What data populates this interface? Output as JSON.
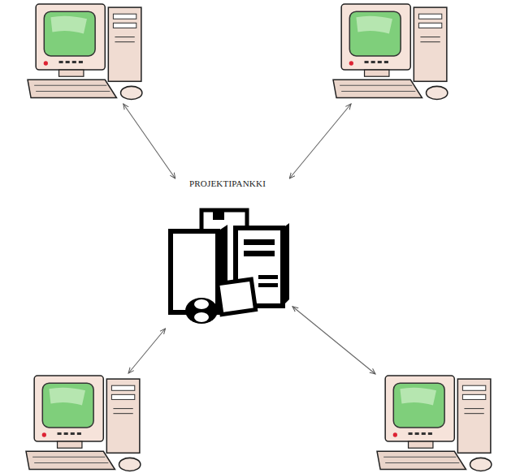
{
  "diagram": {
    "nodes": [
      {
        "text": []
      },
      {
        "text": []
      },
      {
        "text": [
          "PROJEKTIPANKKI"
        ]
      },
      {
        "text": []
      },
      {
        "text": []
      }
    ],
    "edges": [
      {
        "from": 2,
        "to": 0,
        "arrow": "both"
      },
      {
        "from": 2,
        "to": 1,
        "arrow": "both"
      },
      {
        "from": 2,
        "to": 3,
        "arrow": "both"
      },
      {
        "from": 2,
        "to": 4,
        "arrow": "both"
      }
    ]
  }
}
